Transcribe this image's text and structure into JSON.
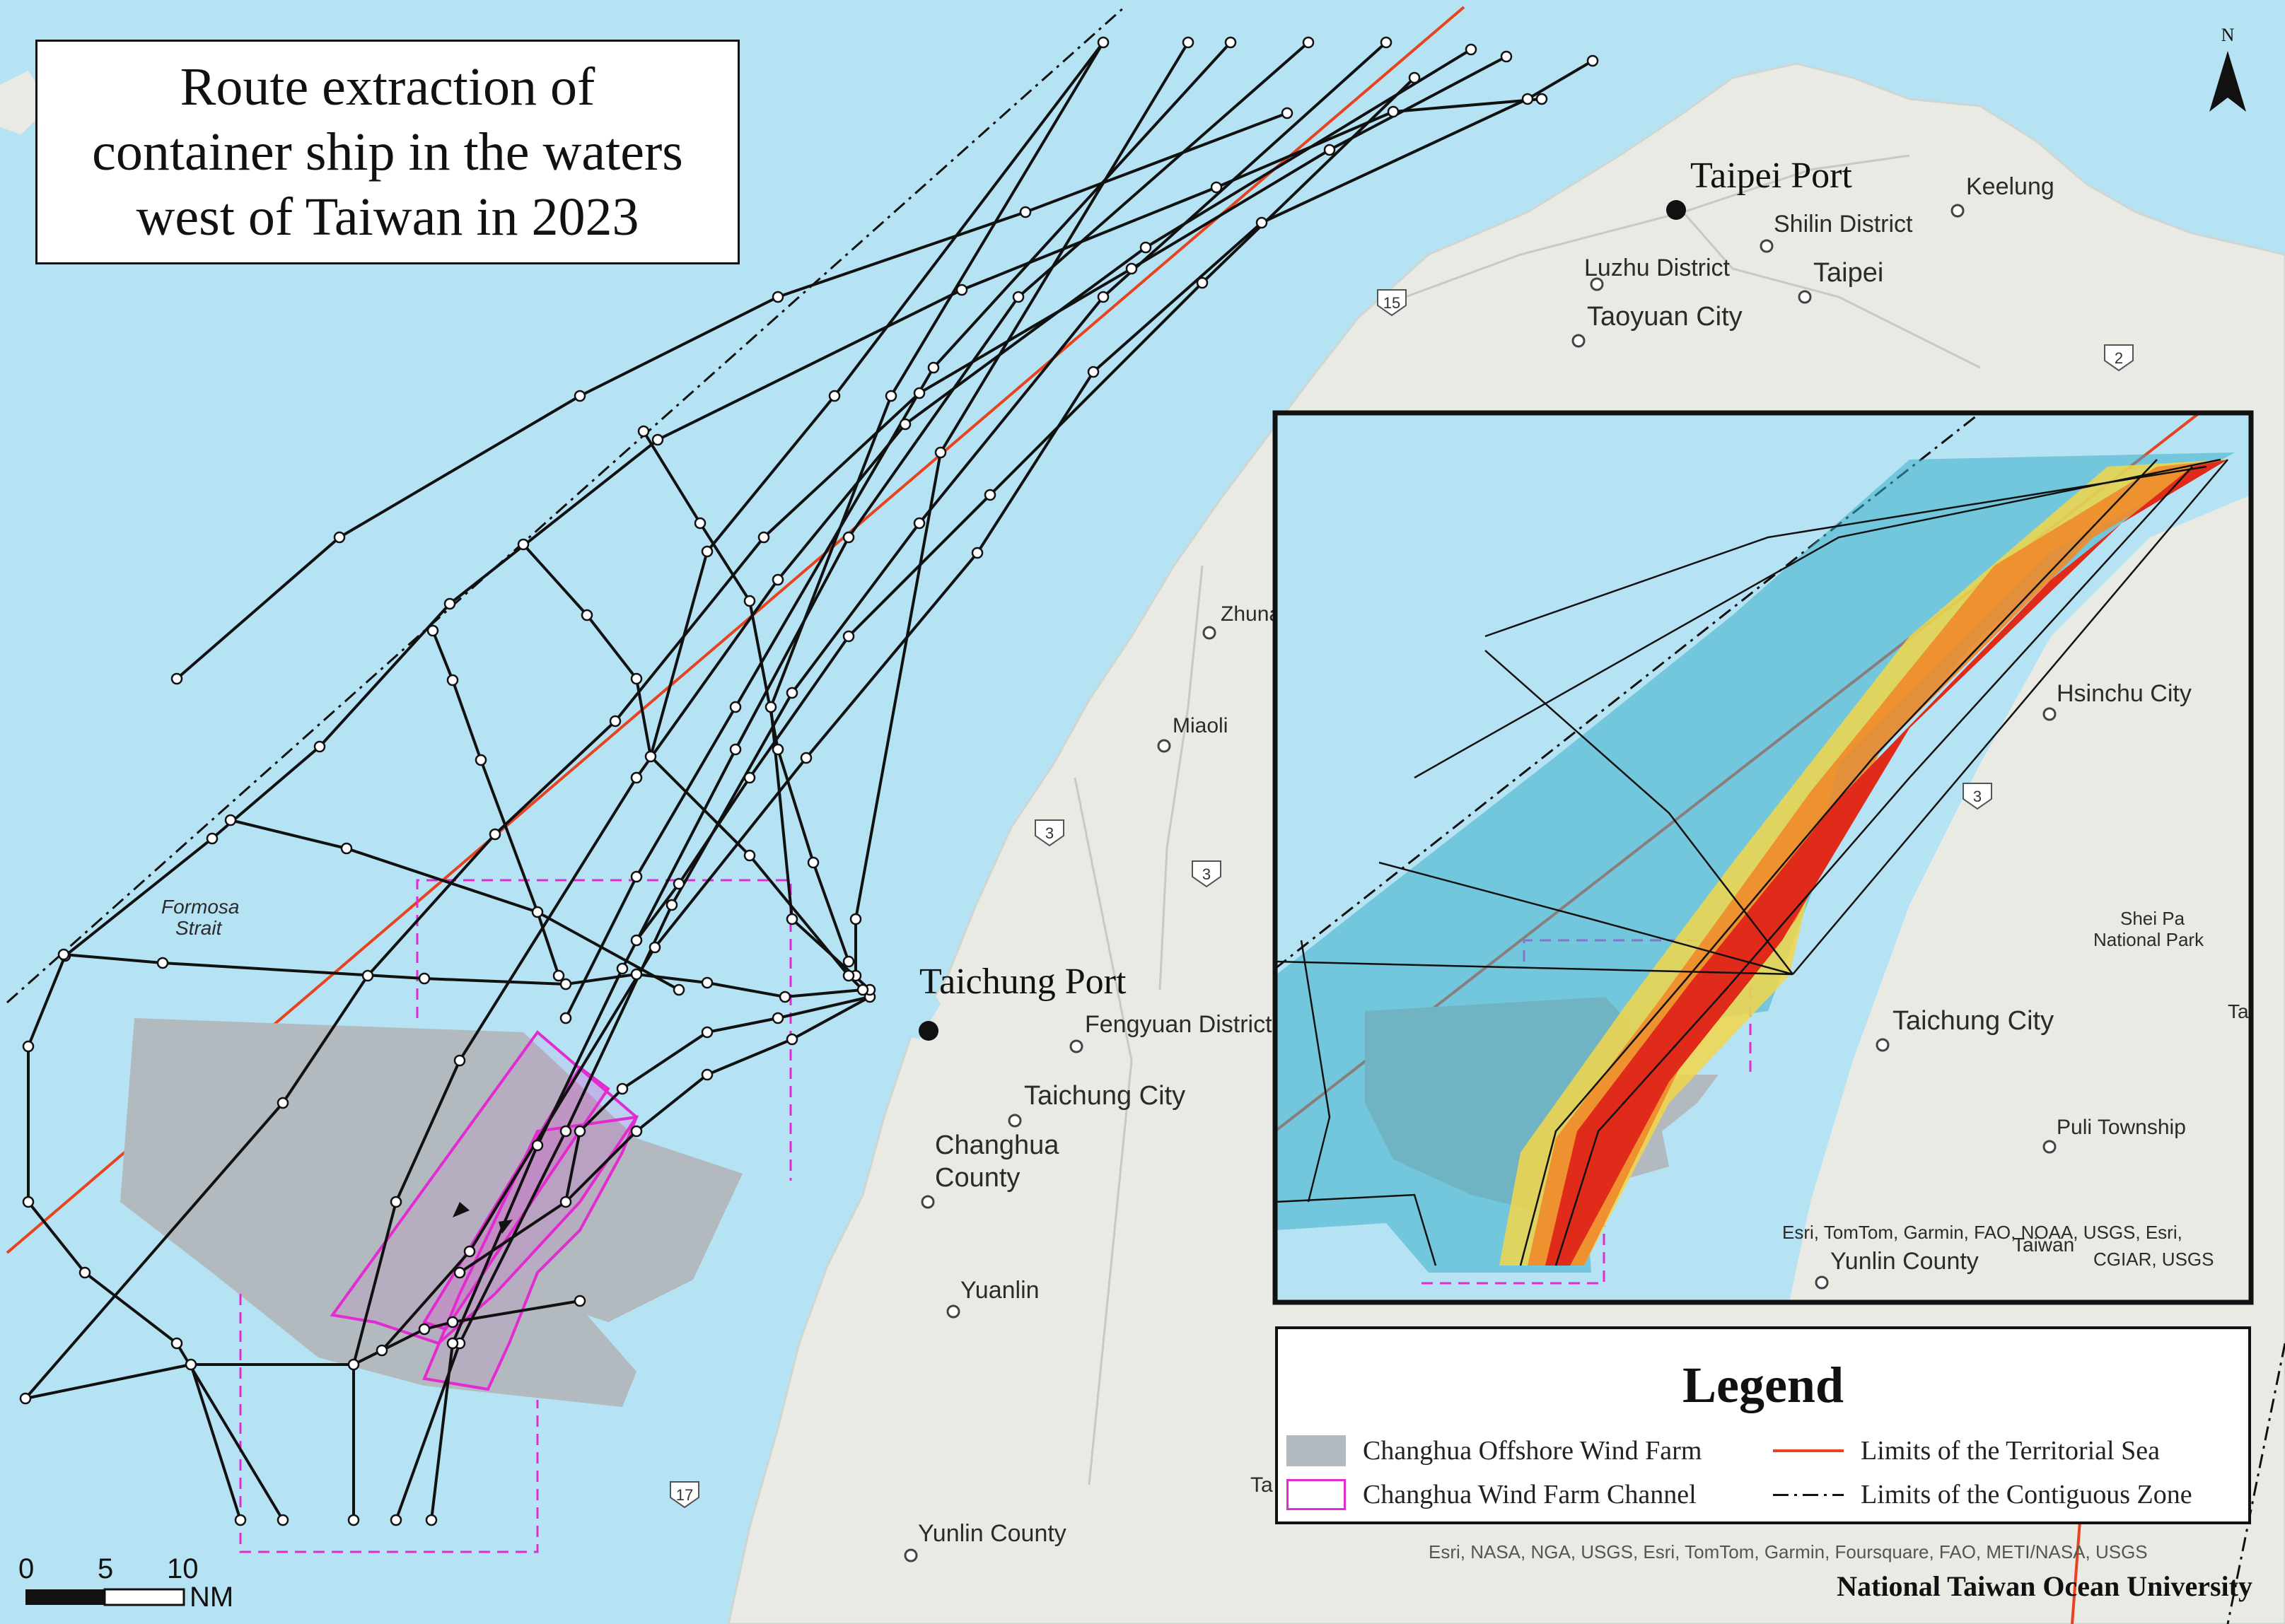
{
  "title": "Route extraction of\ncontainer ship in the waters\nwest of Taiwan in 2023",
  "north_label": "N",
  "ports": [
    {
      "name": "Taipei Port"
    },
    {
      "name": "Taichung Port"
    }
  ],
  "places": {
    "keelung": "Keelung",
    "shilin": "Shilin District",
    "luzhu": "Luzhu District",
    "taipei": "Taipei",
    "taoyuan": "Taoyuan City",
    "zhunan": "Zhuna",
    "miaoli": "Miaoli",
    "fengyuan": "Fengyuan District",
    "taichung_city": "Taichung City",
    "changhua_1": "Changhua",
    "changhua_2": "County",
    "yuanlin": "Yuanlin",
    "yunlin": "Yunlin County",
    "strait_1": "Formosa",
    "strait_2": "Strait",
    "ta_partial": "Ta"
  },
  "inset_places": {
    "hsinchu": "Hsinchu City",
    "sheipa_1": "Shei Pa",
    "sheipa_2": "National Park",
    "taichung": "Taichung City",
    "puli": "Puli Township",
    "yunlin": "Yunlin County",
    "taiwan": "Taiwan",
    "ta_partial": "Ta"
  },
  "road_shields": [
    "15",
    "2",
    "3",
    "3",
    "3",
    "17"
  ],
  "inset_credit_1": "Esri, TomTom, Garmin, FAO, NOAA, USGS, Esri,",
  "inset_credit_2": "CGIAR, USGS",
  "map_credit": "Esri, NASA, NGA, USGS, Esri, TomTom, Garmin, Foursquare, FAO, METI/NASA, USGS",
  "scale_bar": {
    "ticks": [
      "0",
      "5",
      "10"
    ],
    "unit": "NM"
  },
  "legend": {
    "title": "Legend",
    "items": [
      {
        "label": "Changhua Offshore Wind Farm",
        "color": "#b2b9bf"
      },
      {
        "label": "Changhua Wind Farm Channel",
        "color": "#e22bd0"
      },
      {
        "label": "Limits of the Territorial Sea",
        "color": "#e8421e"
      },
      {
        "label": "Limits of the Contiguous Zone",
        "color": "#111111"
      }
    ]
  },
  "organization": "National Taiwan Ocean University",
  "colors": {
    "sea": "#b6e3f3",
    "land": "#e9ebe6",
    "route": "#111111"
  }
}
